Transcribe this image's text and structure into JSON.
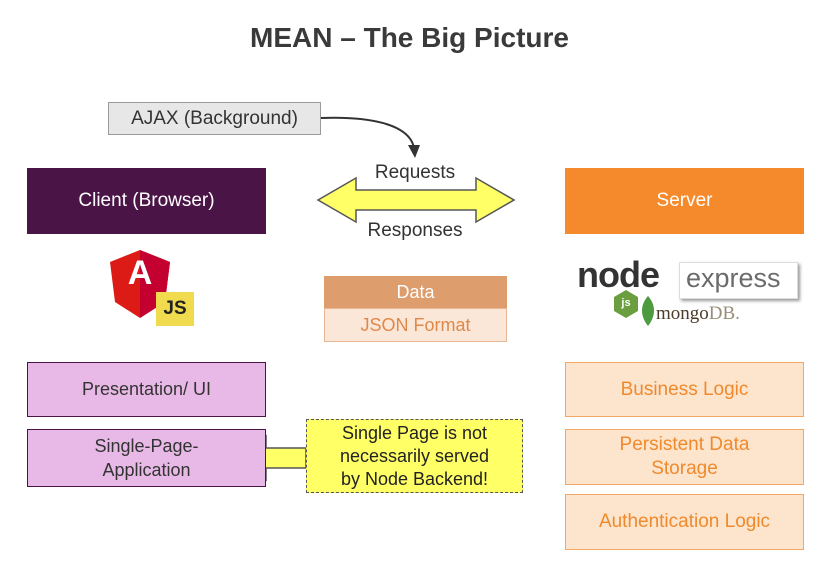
{
  "title": "MEAN – The Big Picture",
  "ajax": "AJAX (Background)",
  "client": "Client (Browser)",
  "server": "Server",
  "arrow": {
    "top_label": "Requests",
    "bottom_label": "Responses"
  },
  "data_box": {
    "header": "Data",
    "format": "JSON Format"
  },
  "client_items": [
    "Presentation/ UI",
    "Single-Page-\nApplication"
  ],
  "server_items": [
    "Business Logic",
    "Persistent Data\nStorage",
    "Authentication Logic"
  ],
  "note": "Single Page is not\nnecessarily served\nby Node Backend!",
  "logos": {
    "angular_letter": "A",
    "js_badge": "JS",
    "node": "node",
    "node_js_badge": "js",
    "express": "express",
    "mongo": "mongo",
    "mongo_db": "DB."
  },
  "colors": {
    "client": "#4a1447",
    "server": "#f58a2c",
    "arrow": "#ffff66",
    "note": "#ffff66",
    "angular": "#dd1b16",
    "js": "#f0db4f"
  }
}
